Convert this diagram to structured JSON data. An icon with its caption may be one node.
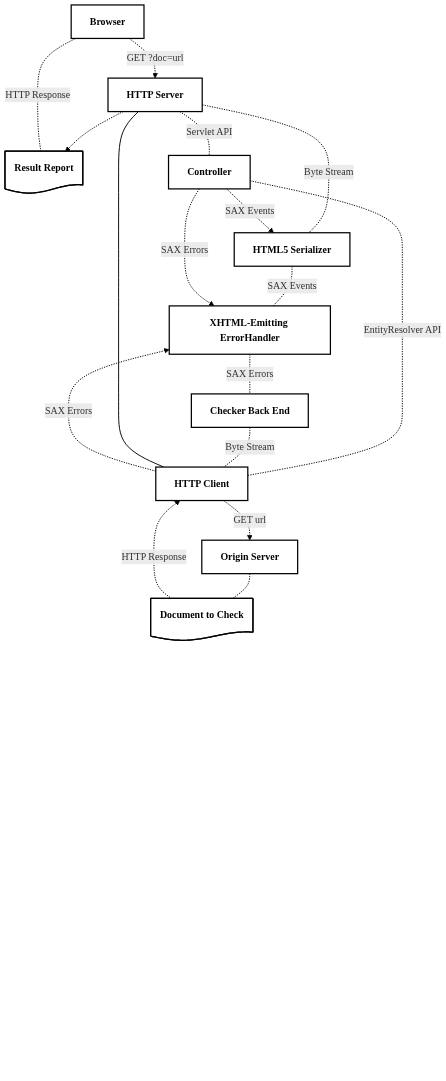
{
  "diagram": {
    "nodes": [
      {
        "text": [
          "Browser"
        ]
      },
      {
        "text": [
          "Result Report"
        ]
      },
      {
        "text": [
          "HTTP Server"
        ]
      },
      {
        "text": [
          "Controller"
        ]
      },
      {
        "text": [
          "HTML5 Serializer"
        ]
      },
      {
        "text": [
          "XHTML-Emitting ErrorHandler"
        ]
      },
      {
        "text": [
          "Checker Back End"
        ]
      },
      {
        "text": [
          "HTTP Client"
        ]
      },
      {
        "text": [
          "Document to Check"
        ]
      },
      {
        "text": [
          "Origin Server"
        ]
      }
    ],
    "edges": [
      {
        "from": 0,
        "to": 2,
        "label": "GET ?doc=url",
        "arrow": "to",
        "style": "dashed"
      },
      {
        "from": 2,
        "to": 1,
        "arrow": "to",
        "style": "dashed"
      },
      {
        "from": 1,
        "to": 0,
        "label": "HTTP Response",
        "arrow": "none",
        "style": "dashed"
      },
      {
        "from": 2,
        "to": 3,
        "label": "Servlet API",
        "arrow": "none",
        "style": "dashed"
      },
      {
        "from": 2,
        "to": 4,
        "label": "Byte Stream",
        "arrow": "none",
        "style": "dashed"
      },
      {
        "from": 3,
        "to": 4,
        "label": "SAX Events",
        "arrow": "to",
        "style": "dashed"
      },
      {
        "from": 4,
        "to": 5,
        "label": "SAX Events",
        "arrow": "none",
        "style": "dashed"
      },
      {
        "from": 3,
        "to": 5,
        "label": "SAX Errors",
        "arrow": "to",
        "style": "dashed"
      },
      {
        "from": 7,
        "to": 5,
        "label": "SAX Errors",
        "arrow": "to",
        "style": "dashed"
      },
      {
        "from": 5,
        "to": 6,
        "label": "SAX Errors",
        "arrow": "none",
        "style": "dashed"
      },
      {
        "from": 3,
        "to": 7,
        "label": "EntityResolver API",
        "arrow": "none",
        "style": "dashed"
      },
      {
        "from": 6,
        "to": 7,
        "label": "Byte Stream",
        "arrow": "none",
        "style": "dashed"
      },
      {
        "from": 2,
        "to": 7,
        "arrow": "none"
      },
      {
        "from": 7,
        "to": 9,
        "label": "GET url",
        "arrow": "to",
        "style": "dashed"
      },
      {
        "from": 9,
        "to": 8,
        "arrow": "none",
        "style": "dashed"
      },
      {
        "from": 8,
        "to": 7,
        "label": "HTTP Response",
        "arrow": "to",
        "style": "dashed"
      }
    ]
  }
}
